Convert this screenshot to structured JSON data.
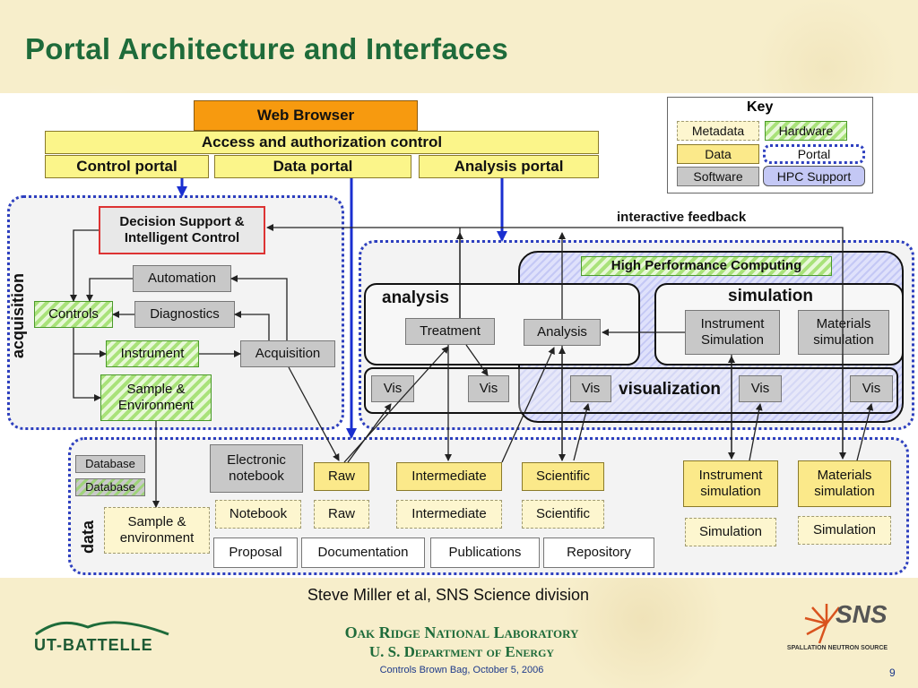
{
  "title": "Portal Architecture and Interfaces",
  "colors": {
    "title_green": "#1e6b3a",
    "browser_orange": "#f79a0f",
    "portal_yellow": "#fbf58a",
    "portal_blue": "#2d3fbf",
    "hpc_purple": "#c4c8f5",
    "arrow_blue": "#1a2fd0"
  },
  "top": {
    "web_browser": "Web Browser",
    "access_control": "Access and authorization control",
    "control_portal": "Control portal",
    "data_portal": "Data portal",
    "analysis_portal": "Analysis portal"
  },
  "key": {
    "title": "Key",
    "metadata": "Metadata",
    "hardware": "Hardware",
    "data": "Data",
    "portal": "Portal",
    "software": "Software",
    "hpc_support": "HPC Support"
  },
  "acquisition": {
    "label": "acquisition",
    "decision_support": "Decision Support & Intelligent Control",
    "automation": "Automation",
    "controls": "Controls",
    "diagnostics": "Diagnostics",
    "instrument": "Instrument",
    "acquisition_box": "Acquisition",
    "sample_environment": "Sample & Environment"
  },
  "interactive_feedback": "interactive feedback",
  "analysis_area": {
    "hpc": "High Performance Computing",
    "analysis_label": "analysis",
    "simulation_label": "simulation",
    "treatment": "Treatment",
    "analysis": "Analysis",
    "instrument_simulation": "Instrument Simulation",
    "materials_simulation": "Materials simulation",
    "visualization_label": "visualization",
    "vis": "Vis"
  },
  "data_area": {
    "label": "data",
    "database_1": "Database",
    "database_2": "Database",
    "sample_environment": "Sample & environment",
    "electronic_notebook": "Electronic notebook",
    "notebook": "Notebook",
    "raw": "Raw",
    "raw2": "Raw",
    "intermediate": "Intermediate",
    "intermediate2": "Intermediate",
    "scientific": "Scientific",
    "scientific2": "Scientific",
    "instrument_simulation": "Instrument simulation",
    "materials_simulation": "Materials simulation",
    "simulation": "Simulation",
    "simulation2": "Simulation",
    "proposal": "Proposal",
    "documentation": "Documentation",
    "publications": "Publications",
    "repository": "Repository"
  },
  "footer": {
    "credit": "Steve Miller et al, SNS Science division",
    "ut_battelle": "UT-BATTELLE",
    "ornl": "Oak Ridge National Laboratory",
    "doe": "U. S. Department of Energy",
    "event": "Controls Brown Bag, October 5, 2006",
    "sns": "SNS",
    "sns_sub": "SPALLATION NEUTRON SOURCE",
    "page": "9"
  }
}
